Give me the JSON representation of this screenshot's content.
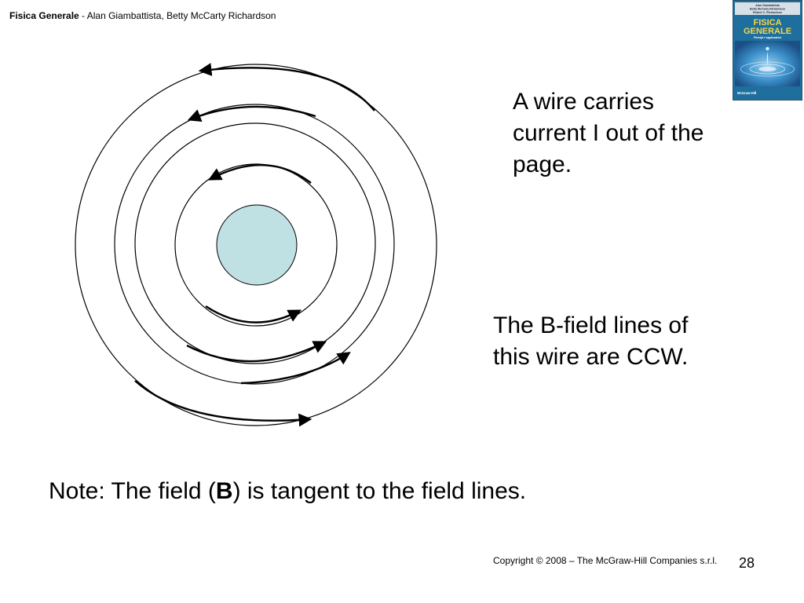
{
  "header": {
    "book_title": "Fisica Generale",
    "authors": " - Alan Giambattista, Betty McCarty Richardson"
  },
  "cover": {
    "authors_line1": "Alan Giambattista",
    "authors_line2": "Betty McCarty Richardson",
    "authors_line3": "Robert C. Richardson",
    "title_line1": "FISICA",
    "title_line2": "GENERALE",
    "subtitle": "Principi e applicazioni",
    "publisher": "McGraw-Hill",
    "colors": {
      "background": "#1f6f9e",
      "title": "#f3d64a",
      "water": "#3b8fc8"
    }
  },
  "content": {
    "wire_text": "A wire carries current I out of the page.",
    "field_text": "The B-field lines of this wire are CCW.",
    "tangent_prefix": "Note: The field (",
    "tangent_bold": "B",
    "tangent_suffix": ") is tangent to the field lines."
  },
  "diagram": {
    "wire_fill": "#bfe1e4",
    "field_line_direction": "counter-clockwise"
  },
  "footer": {
    "copyright": "Copyright © 2008 – The McGraw-Hill Companies s.r.l.",
    "page_number": "28"
  }
}
